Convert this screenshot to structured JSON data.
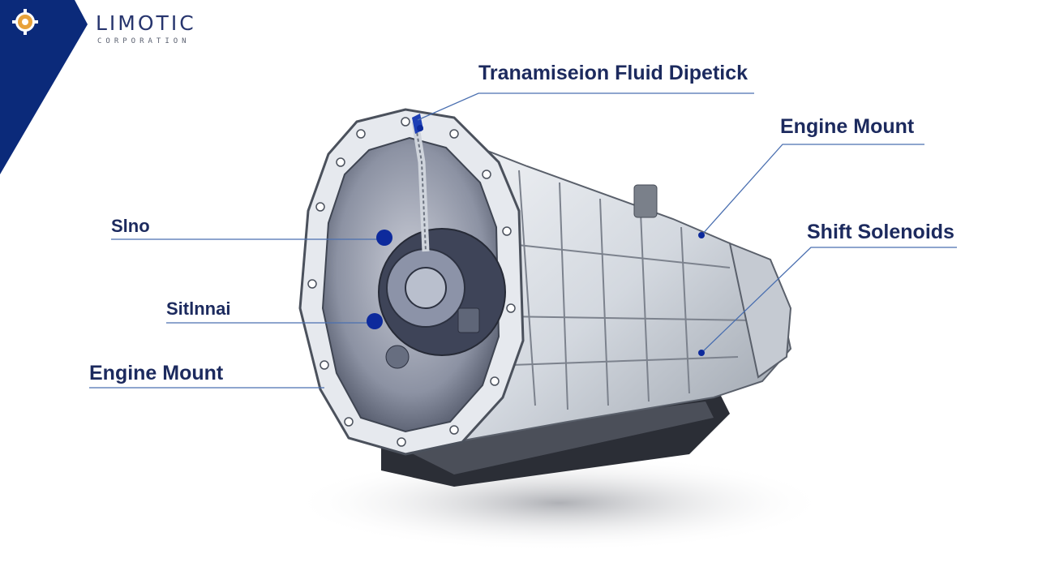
{
  "brand": {
    "name": "LIMOTIC",
    "subtitle": "CORPORATION",
    "logo_icon": "gear-logo-icon",
    "accent": "#0b2a7a"
  },
  "callouts": [
    {
      "id": "transmission-fluid-dipstick",
      "label": "Tranamiseion Fluid Dipetick"
    },
    {
      "id": "engine-mount-right",
      "label": "Engine Mount"
    },
    {
      "id": "shift-solenoids",
      "label": "Shift Solenoids"
    },
    {
      "id": "seal-left",
      "label": "Slno"
    },
    {
      "id": "solenoid-left",
      "label": "Sitlnnai"
    },
    {
      "id": "engine-mount-left",
      "label": "Engine Mount"
    }
  ],
  "colors": {
    "leader_line": "#4a6fb0",
    "marker": "#0d2a9c",
    "label_text": "#1c2a5e"
  }
}
